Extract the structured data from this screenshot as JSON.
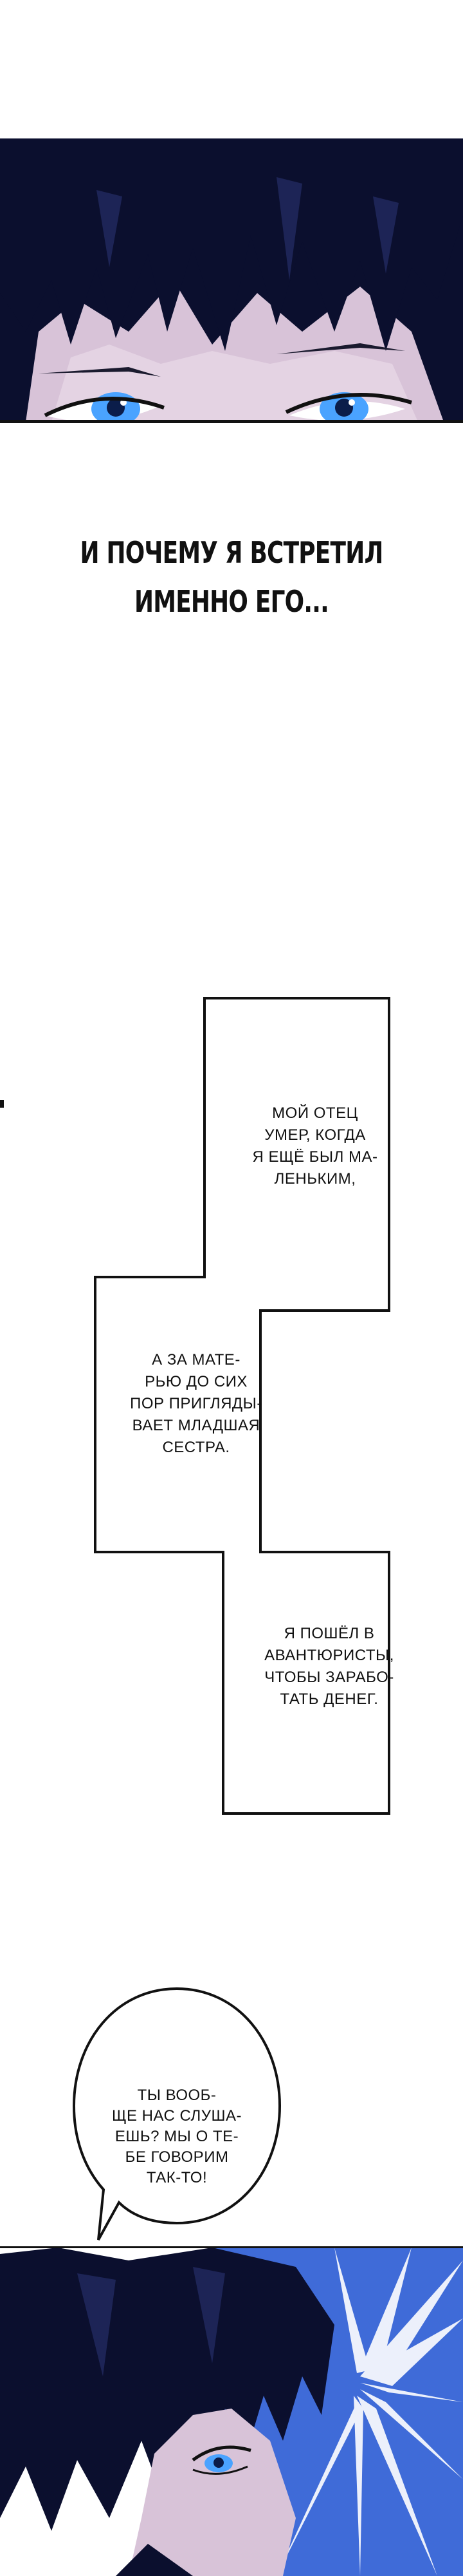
{
  "caption": {
    "lines": [
      "И ПОЧЕМУ Я ВСТРЕТИЛ",
      "ИМЕННО ЕГО..."
    ]
  },
  "narration": [
    {
      "text": "МОЙ ОТЕЦ\nУМЕР, КОГДА\nЯ ЕЩЁ БЫЛ МА-\nЛЕНЬКИМ,"
    },
    {
      "text": "А ЗА МАТЕ-\nРЬЮ ДО СИХ\nПОР ПРИГЛЯДЫ-\nВАЕТ МЛАДШАЯ\nСЕСТРА."
    },
    {
      "text": "Я ПОШЁЛ В\nАВАНТЮРИСТЫ,\nЧТОБЫ ЗАРАБО-\nТАТЬ ДЕНЕГ."
    }
  ],
  "speech": {
    "text": "ТЫ ВООБ-\nЩЕ НАС СЛУША-\nЕШЬ? МЫ О ТЕ-\nБЕ ГОВОРИМ\nТАК-ТО!"
  },
  "colors": {
    "hair": "#0b0f2e",
    "skin": "#d9c4da",
    "eye": "#4aa3ff",
    "burst_bg": "#3f6bd8"
  }
}
